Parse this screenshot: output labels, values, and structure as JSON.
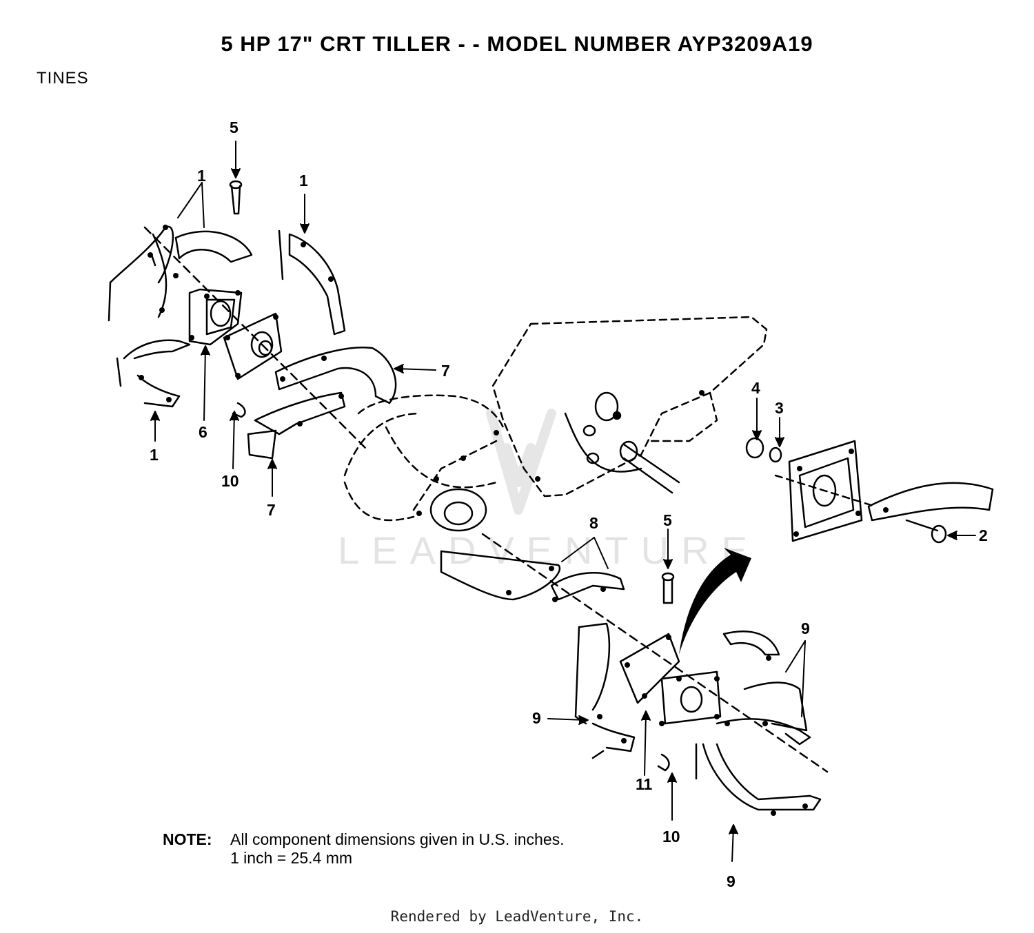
{
  "title": "5 HP  17\" CRT TILLER - - MODEL NUMBER AYP3209A19",
  "section": "TINES",
  "watermark": "LEADVENTURE",
  "callouts": [
    {
      "id": "c1a",
      "text": "5"
    },
    {
      "id": "c1b",
      "text": "1"
    },
    {
      "id": "c1c",
      "text": "1"
    },
    {
      "id": "c1d",
      "text": "1"
    },
    {
      "id": "c1e",
      "text": "6"
    },
    {
      "id": "c1f",
      "text": "10"
    },
    {
      "id": "c1g",
      "text": "7"
    },
    {
      "id": "c1h",
      "text": "7"
    },
    {
      "id": "c1i",
      "text": "4"
    },
    {
      "id": "c1j",
      "text": "3"
    },
    {
      "id": "c1k",
      "text": "2"
    },
    {
      "id": "c1l",
      "text": "8"
    },
    {
      "id": "c1m",
      "text": "5"
    },
    {
      "id": "c1n",
      "text": "9"
    },
    {
      "id": "c1o",
      "text": "9"
    },
    {
      "id": "c1p",
      "text": "11"
    },
    {
      "id": "c1q",
      "text": "10"
    },
    {
      "id": "c1r",
      "text": "9"
    }
  ],
  "note": {
    "label": "NOTE:",
    "line1": "All component dimensions given in U.S. inches.",
    "line2": "1 inch = 25.4 mm"
  },
  "footer": "Rendered by LeadVenture, Inc."
}
